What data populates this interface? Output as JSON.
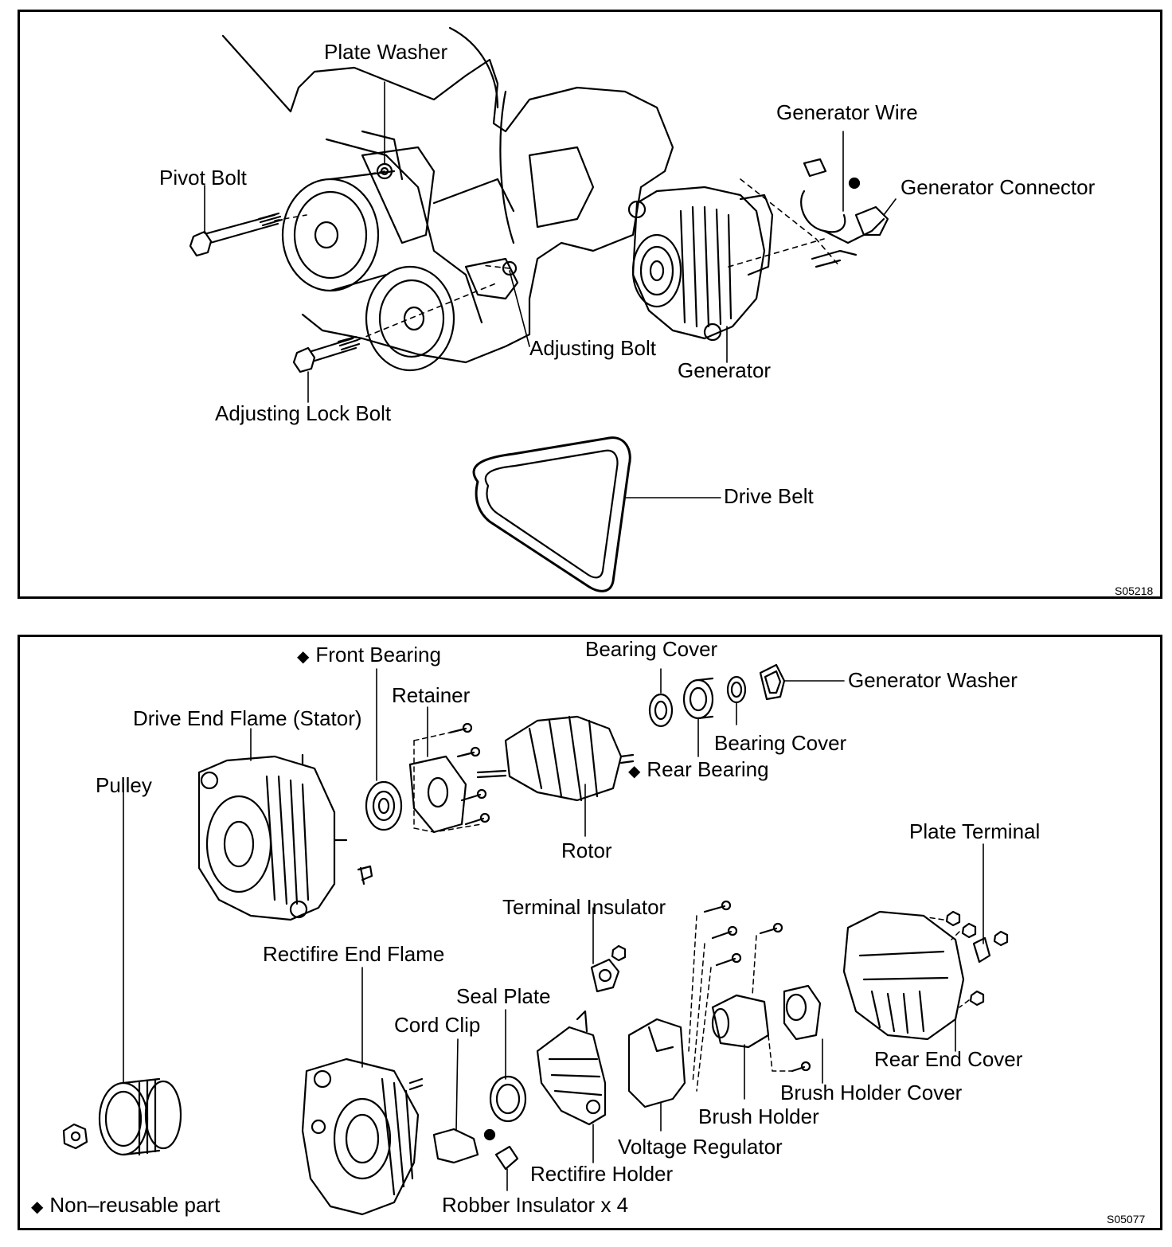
{
  "top_panel": {
    "code": "S05218",
    "labels": {
      "plate_washer": "Plate Washer",
      "generator_wire": "Generator Wire",
      "generator_connector": "Generator Connector",
      "pivot_bolt": "Pivot Bolt",
      "adjusting_bolt": "Adjusting Bolt",
      "generator": "Generator",
      "adjusting_lock_bolt": "Adjusting Lock Bolt",
      "drive_belt": "Drive Belt"
    }
  },
  "bottom_panel": {
    "code": "S05077",
    "non_reusable_marker": "◆",
    "labels": {
      "front_bearing": "Front Bearing",
      "bearing_cover_top": "Bearing Cover",
      "generator_washer": "Generator Washer",
      "retainer": "Retainer",
      "drive_end_flame": "Drive End Flame (Stator)",
      "bearing_cover_right": "Bearing Cover",
      "rear_bearing": "Rear Bearing",
      "pulley": "Pulley",
      "rotor": "Rotor",
      "plate_terminal": "Plate Terminal",
      "terminal_insulator": "Terminal Insulator",
      "rectifire_end_flame": "Rectifire End Flame",
      "seal_plate": "Seal Plate",
      "cord_clip": "Cord Clip",
      "rear_end_cover": "Rear End Cover",
      "brush_holder_cover": "Brush Holder Cover",
      "brush_holder": "Brush Holder",
      "voltage_regulator": "Voltage Regulator",
      "rectifire_holder": "Rectifire Holder",
      "robber_insulator": "Robber Insulator x 4",
      "non_reusable_part": "Non–reusable part"
    }
  }
}
